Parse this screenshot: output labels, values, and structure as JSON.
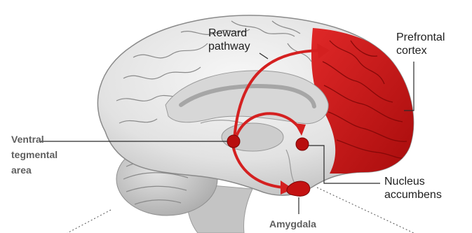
{
  "labels": {
    "reward_pathway": "Reward\npathway",
    "prefrontal_cortex": "Prefrontal\ncortex",
    "ventral_tegmental_area": "Ventral\ntegmental\narea",
    "nucleus_accumbens": "Nucleus\naccumbens",
    "amygdala": "Amygdala"
  },
  "colors": {
    "prefrontal_region": "#cf1414",
    "pathway_arrows": "#d42020",
    "brain_tissue": "#e6e6e6"
  }
}
